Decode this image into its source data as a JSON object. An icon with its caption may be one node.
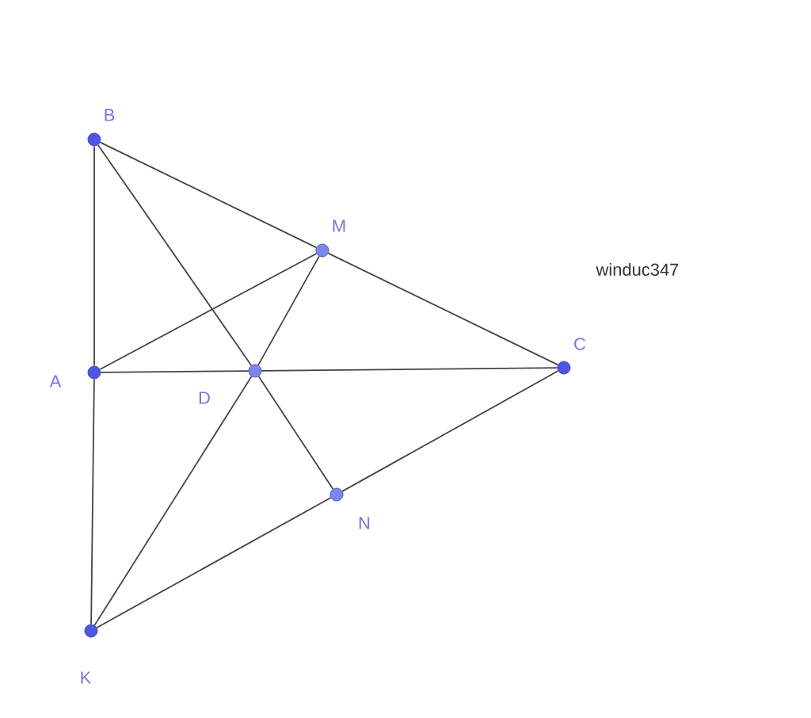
{
  "diagram": {
    "nodes": [
      {
        "text": [],
        "shape": "circle",
        "beside": [
          "B"
        ]
      },
      {
        "text": [],
        "shape": "circle",
        "beside": [
          "M"
        ]
      },
      {
        "text": [],
        "shape": "circle",
        "beside": [
          "A"
        ]
      },
      {
        "text": [],
        "shape": "circle",
        "beside": [
          "D"
        ]
      },
      {
        "text": [],
        "shape": "circle",
        "beside": [
          "C"
        ]
      },
      {
        "text": [],
        "shape": "circle",
        "beside": [
          "N"
        ]
      },
      {
        "text": [],
        "shape": "circle",
        "beside": [
          "K"
        ]
      }
    ],
    "edges": [
      {
        "from": 0,
        "to": 2,
        "arrow": "none"
      },
      {
        "from": 2,
        "to": 6,
        "arrow": "none"
      },
      {
        "from": 0,
        "to": 1,
        "arrow": "none"
      },
      {
        "from": 1,
        "to": 4,
        "arrow": "none"
      },
      {
        "from": 4,
        "to": 5,
        "arrow": "none"
      },
      {
        "from": 5,
        "to": 6,
        "arrow": "none"
      },
      {
        "from": 0,
        "to": 3,
        "arrow": "none"
      },
      {
        "from": 3,
        "to": 5,
        "arrow": "none"
      },
      {
        "from": 2,
        "to": 3,
        "arrow": "none"
      },
      {
        "from": 3,
        "to": 4,
        "arrow": "none"
      },
      {
        "from": 2,
        "to": 1,
        "arrow": "none"
      },
      {
        "from": 1,
        "to": 3,
        "arrow": "none"
      },
      {
        "from": 3,
        "to": 6,
        "arrow": "none"
      }
    ],
    "labels": [
      "winduc347"
    ]
  }
}
